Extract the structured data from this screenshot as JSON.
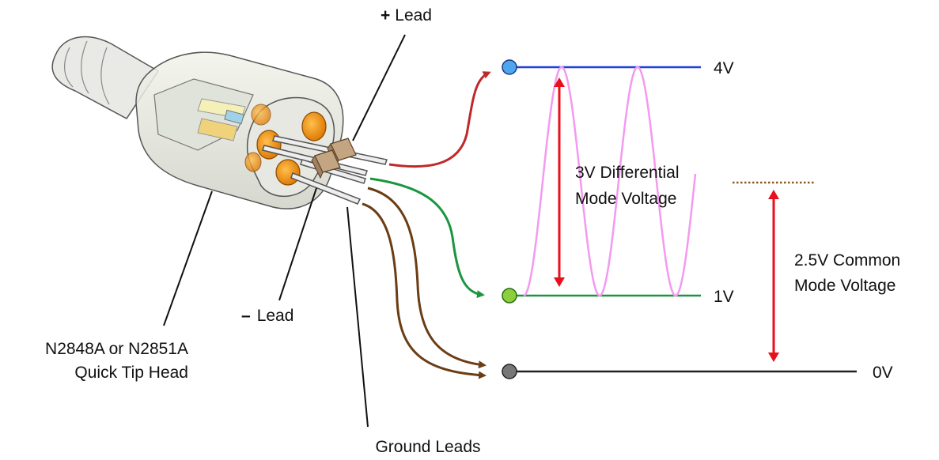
{
  "labels": {
    "plus_sign": "+",
    "plus_lead": "Lead",
    "minus_sign": "–",
    "minus_lead": "Lead",
    "probe_line1": "N2848A or N2851A",
    "probe_line2": "Quick Tip Head",
    "ground_leads": "Ground Leads",
    "v_top": "4V",
    "v_mid": "1V",
    "v_bottom": "0V",
    "diff_line1": "3V Differential",
    "diff_line2": "Mode Voltage",
    "common_line1": "2.5V Common",
    "common_line2": "Mode Voltage"
  },
  "colors": {
    "plus_wire": "#c0282a",
    "minus_wire": "#1a9640",
    "ground_wire": "#6b3d14",
    "top_rail": "#1f3fe0",
    "mid_rail": "#1a9640",
    "bottom_rail": "#222222",
    "top_dot": "#4ea7ee",
    "mid_dot": "#8ccf3c",
    "bottom_dot": "#777777",
    "sine_wave": "#f39af0",
    "arrow": "#e8101c",
    "common_mode_marker": "#8b5a2b",
    "probe_pads": "#f3961c"
  },
  "signal": {
    "high_volts": 4,
    "low_volts": 1,
    "ground_volts": 0,
    "differential_volts": 3,
    "common_mode_volts": 2.5
  }
}
